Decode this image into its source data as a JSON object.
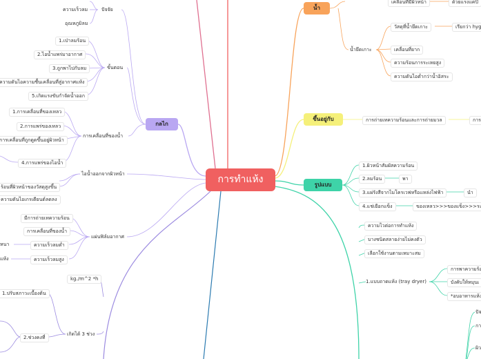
{
  "center": "การทำแห้ง",
  "branches": {
    "water": "น้ำ",
    "depends": "ขึ้นอยู่กับ",
    "forms": "รูปแบบ",
    "kalai": "กลไก"
  },
  "water": {
    "top1": "เคลื่อนที่มีผิวหน้า",
    "top2": "ด้วยแรงแคปิ",
    "bound": "น้ำยึดเกาะ",
    "sub1": "วัสดุที่น้ำยึดเกาะ",
    "sub1b": "เรียกว่า hyg",
    "sub2": "เคลื่อนที่ยาก",
    "sub3": "ความร้อนการระเหยสูง",
    "sub4": "ความดันไอต่ำกว่าน้ำอิสระ"
  },
  "depends": {
    "item": "การถ่ายเทความร้อนและการถ่ายมวล",
    "item_b": "การ"
  },
  "forms": {
    "f1": "1.ผิวหน้าสัมผัสความร้อน",
    "f2": "2.ลมร้อน",
    "f2b": "พา",
    "f3": "3.แผ่รังสีจากไมโครเวฟหรือแหล่งไฟฟ้า",
    "f3b": "นำ",
    "f4": "4.แช่เยือกแข็ง",
    "f4b": "ของเหลว>>>ของแข็ง>>>ระเหิด"
  },
  "lower": {
    "l1": "ความไวต่อการทำแห้ง",
    "l2": "บางชนิดสลายง่ายไม่คงตัว",
    "l3": "เลือกใช้งานตามเหมาะสม",
    "tray": "1.แบบถาดแห้ง (tray dryer)",
    "t1": "การพาความร้อ",
    "t2": "บังคับให้หมุนเ",
    "t3": "*อบอาหารแห้ง",
    "r1": "ปัจ",
    "r2": "กา",
    "r3": "ผิว"
  },
  "factors": {
    "label": "ปัจจัย",
    "humidity": "ความเร็วลม",
    "temp": "อุณหภูมิลม"
  },
  "steps": {
    "label": "ขั้นตอน",
    "s1": "1.เป่าลมร้อน",
    "s2": "2.ไอน้ำแพร่มาอากาศ",
    "s3": "3.ถูกพาไปกับลม",
    "s4": "ความดันไอความชื้นเคลื่อนที่สู่อากาศแห้ง",
    "s5": "5.เกิดแรงขับกำจัดน้ำออก"
  },
  "movement": {
    "label": "การเคลื่อนที่ของน้ำ",
    "m1": "1.การเคลื่อนที่ของเหลว",
    "m2": "2.การแพร่ของเหลว",
    "m3": "การเคลื่อนที่ถูกดูดขึ้นอยู่ผิวหน้า",
    "m4": "4.การแพร่ของไอน้ำ"
  },
  "evap": {
    "label": "ไอน้ำออกจากผิวหน้า",
    "e1": "ร้อนที่ผิวหน้าของวัสดุสูงขึ้น",
    "e2": "ความดันไอเกรเดียนต์ลดลง"
  },
  "air": {
    "label": "แผ่นฟิล์มอากาศ",
    "a1": "มีการถ่ายเทความร้อน",
    "a2": "การเคลื่อนที่ของน้ำ",
    "a3": "ความเร็วลมต่ำ",
    "a3b": "หนา",
    "a4": "ความเร็วลมสูง",
    "a4b": "แห้ง"
  },
  "rate": {
    "unit": "kg./m^2 *h",
    "phases": "เกิดได้ 3 ช่วง",
    "p1": "1.ปรับสภาวะเบื้องต้น",
    "p2": "2.ช่วงคงที่"
  },
  "colors": {
    "center": "#f06060",
    "water": "#f8a35a",
    "depends": "#f5f07a",
    "forms": "#3ed3a8",
    "kalai": "#b9a7f2"
  }
}
